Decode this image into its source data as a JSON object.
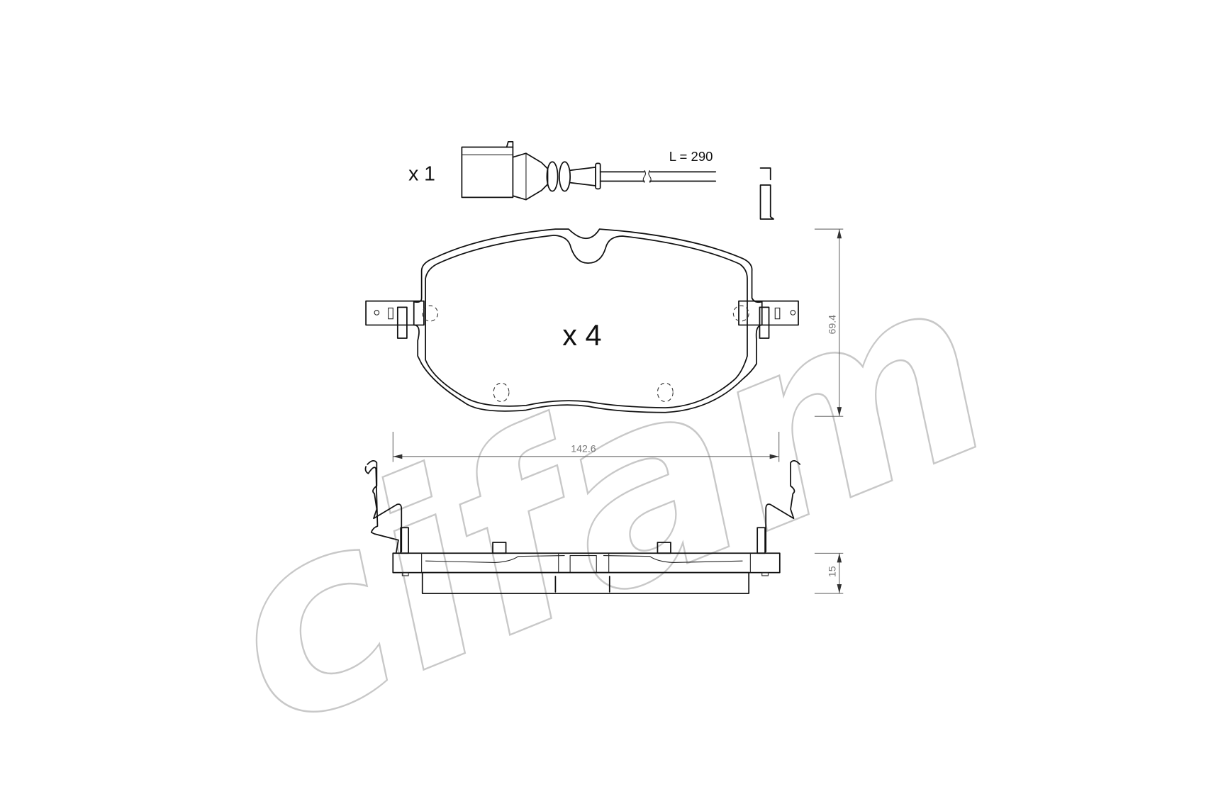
{
  "watermark": {
    "text": "cifam"
  },
  "sensor": {
    "quantity": "x 1",
    "length_label": "L = 290"
  },
  "pad": {
    "quantity": "x 4"
  },
  "dimensions": {
    "width": "142.6",
    "height": "69.4",
    "thickness": "15"
  }
}
